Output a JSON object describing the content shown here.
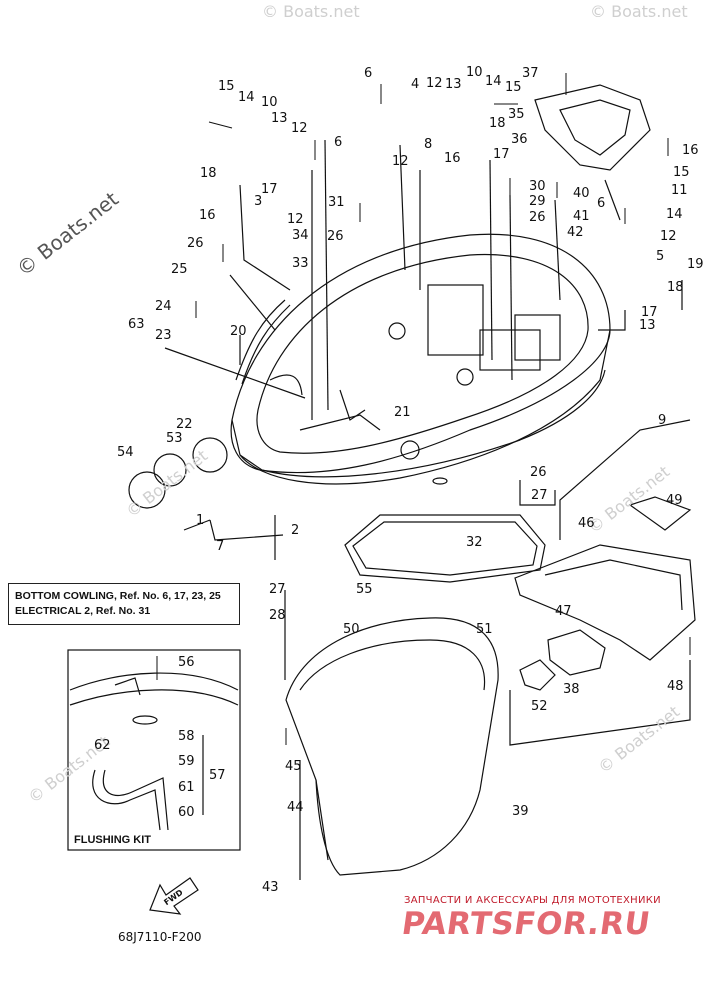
{
  "watermark": "© Boats.net",
  "diagram_code": "68J7110-F200",
  "note": {
    "line1": "BOTTOM COWLING, Ref. No. 6, 17, 23, 25",
    "line2": "ELECTRICAL 2, Ref. No. 31"
  },
  "flushing_kit_title": "FLUSHING KIT",
  "fwd_label": "FWD",
  "promo": {
    "tagline": "ЗАПЧАСТИ И АКСЕССУАРЫ ДЛЯ МОТОТЕХНИКИ",
    "logo": "PARTSFOR.RU"
  },
  "callouts": [
    "1",
    "2",
    "3",
    "4",
    "5",
    "6",
    "6",
    "6",
    "7",
    "8",
    "9",
    "10",
    "10",
    "11",
    "12",
    "12",
    "12",
    "12",
    "12",
    "13",
    "13",
    "13",
    "14",
    "14",
    "14",
    "15",
    "15",
    "15",
    "16",
    "16",
    "16",
    "17",
    "17",
    "17",
    "18",
    "18",
    "18",
    "19",
    "20",
    "21",
    "22",
    "23",
    "24",
    "25",
    "26",
    "26",
    "26",
    "26",
    "27",
    "27",
    "28",
    "29",
    "30",
    "31",
    "32",
    "33",
    "34",
    "35",
    "36",
    "37",
    "38",
    "39",
    "40",
    "41",
    "42",
    "43",
    "44",
    "45",
    "46",
    "47",
    "48",
    "49",
    "50",
    "51",
    "52",
    "53",
    "54",
    "55",
    "56",
    "57",
    "58",
    "59",
    "60",
    "61",
    "62",
    "63"
  ]
}
